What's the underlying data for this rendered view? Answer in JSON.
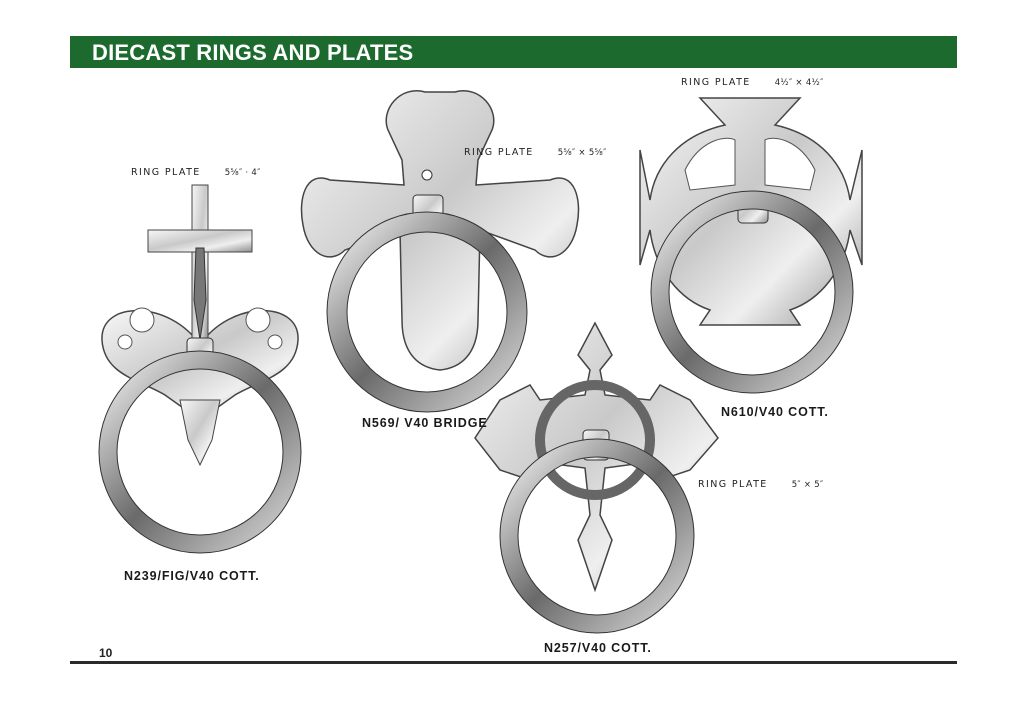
{
  "header": {
    "title": "DIECAST RINGS AND PLATES",
    "bar_color": "#1d6a2e"
  },
  "products": [
    {
      "spec_label": "RING PLATE",
      "spec_size": "5⅝″ · 4″",
      "code": "N239/FIG/V40 COTT."
    },
    {
      "spec_label": "RING PLATE",
      "spec_size": "5⅝″ × 5⅝″",
      "code": "N569/ V40 BRIDGE"
    },
    {
      "spec_label": "RING PLATE",
      "spec_size": "4½″ × 4½″",
      "code": "N610/V40 COTT."
    },
    {
      "spec_label": "RING PLATE",
      "spec_size": "5″ × 5″",
      "code": "N257/V40 COTT."
    }
  ],
  "footer": {
    "page_number": "10"
  }
}
